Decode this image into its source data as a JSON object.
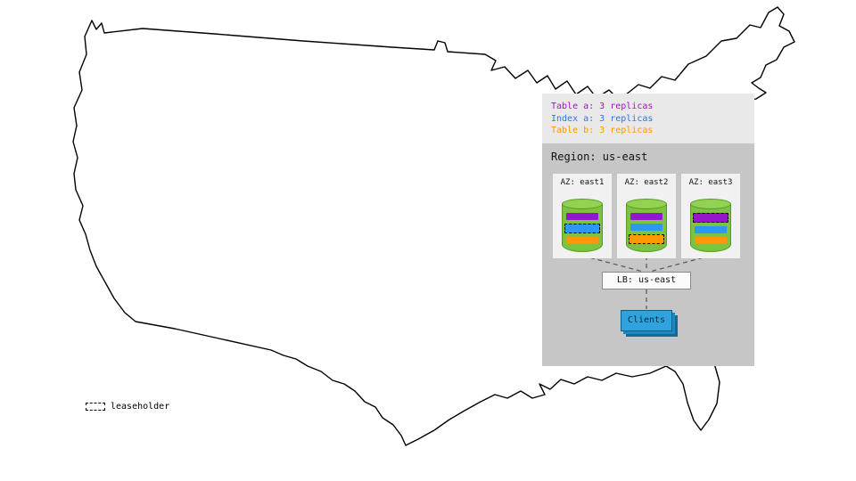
{
  "replica_legend": {
    "items": [
      {
        "label": "Table a: 3 replicas",
        "color": "#a511cf"
      },
      {
        "label": "Index a: 3 replicas",
        "color": "#2878e8"
      },
      {
        "label": "Table b: 3 replicas",
        "color": "#ff9800"
      }
    ]
  },
  "region": {
    "title": "Region: us-east",
    "azs": [
      {
        "label": "AZ: east1",
        "replicas": [
          {
            "name": "Table a",
            "leaseholder": false
          },
          {
            "name": "Index a",
            "leaseholder": true
          },
          {
            "name": "Table b",
            "leaseholder": false
          }
        ]
      },
      {
        "label": "AZ: east2",
        "replicas": [
          {
            "name": "Table a",
            "leaseholder": false
          },
          {
            "name": "Index a",
            "leaseholder": false
          },
          {
            "name": "Table b",
            "leaseholder": true
          }
        ]
      },
      {
        "label": "AZ: east3",
        "replicas": [
          {
            "name": "Table a",
            "leaseholder": true
          },
          {
            "name": "Index a",
            "leaseholder": false
          },
          {
            "name": "Table b",
            "leaseholder": false
          }
        ]
      }
    ],
    "lb_label": "LB: us-east",
    "clients_label": "Clients"
  },
  "map_key": {
    "label": "leaseholder"
  },
  "colors": {
    "table_a_purple": "#9617c9",
    "index_a_blue": "#2f96f3",
    "table_b_orange": "#ff9800",
    "cylinder_green": "#7dc242",
    "legend_bg": "#e9e9e9",
    "region_bg": "#c6c6c6",
    "az_bg": "#f1f1f1",
    "clients_blue": "#2ea3dd",
    "map_outline": "#000000"
  }
}
